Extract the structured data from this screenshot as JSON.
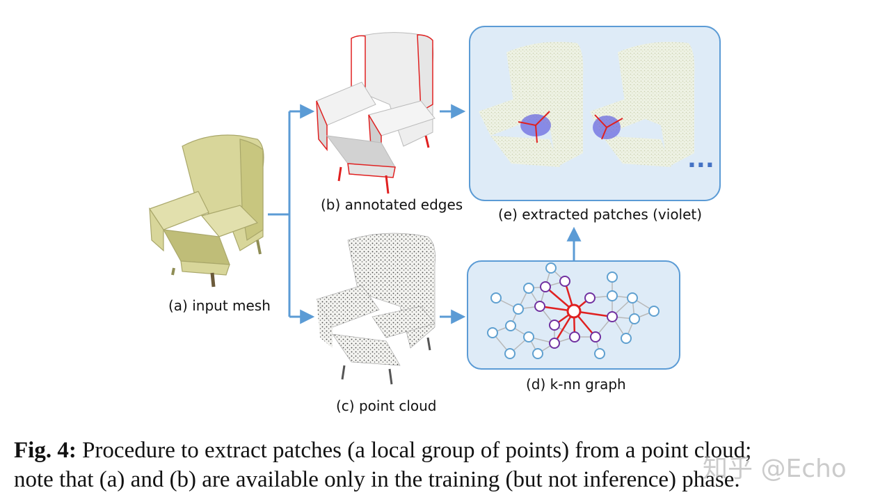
{
  "labels": {
    "a": "(a) input mesh",
    "b": "(b) annotated edges",
    "c": "(c) point cloud",
    "d": "(d) k-nn graph",
    "e": "(e) extracted patches (violet)"
  },
  "ellipsis": "...",
  "caption": {
    "fig_label": "Fig. 4:",
    "line1_rest": " Procedure to extract patches (a local group of points) from a point cloud;",
    "line2": "note that (a) and (b) are available only in the training (but not inference) phase."
  },
  "watermark": "知乎 @Echo",
  "colors": {
    "arrow": "#5b9bd5",
    "panel_border": "#5b9bd5",
    "panel_fill": "#deebf7",
    "mesh": "#d8d69a",
    "edge_red": "#e02020",
    "patch_violet": "#6a5acd",
    "knn_center": "#e02020",
    "knn_violet": "#7030a0",
    "knn_node": "#5fa0d0"
  }
}
